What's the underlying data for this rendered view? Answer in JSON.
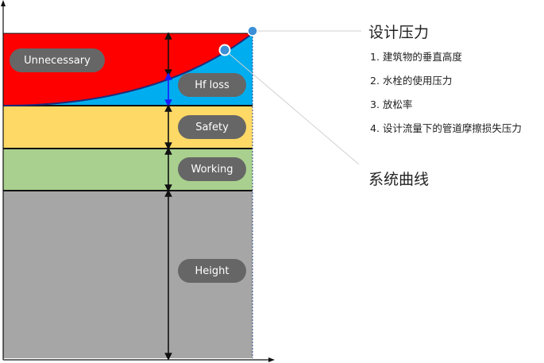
{
  "diagram": {
    "zone_labels": {
      "unnecessary": "Unnecessary",
      "hf_loss": "Hf loss",
      "safety": "Safety",
      "working": "Working",
      "height": "Height"
    },
    "design_pressure": {
      "title": "设计压力",
      "items": [
        "1. 建筑物的垂直高度",
        "2. 水栓的使用压力",
        "3. 放松率",
        "4. 设计流量下的管道摩擦损失压力"
      ]
    },
    "system_curve": {
      "title": "系统曲线"
    },
    "colors": {
      "unnecessary": "#ff0000",
      "hf_loss": "#00aeef",
      "safety": "#ffd966",
      "working": "#a9d08e",
      "height": "#a6a6a6",
      "pill": "#666666",
      "curve": "#1f2a7a",
      "marker": "#3d8fd6",
      "arrow_blue": "#1a1aff"
    }
  }
}
